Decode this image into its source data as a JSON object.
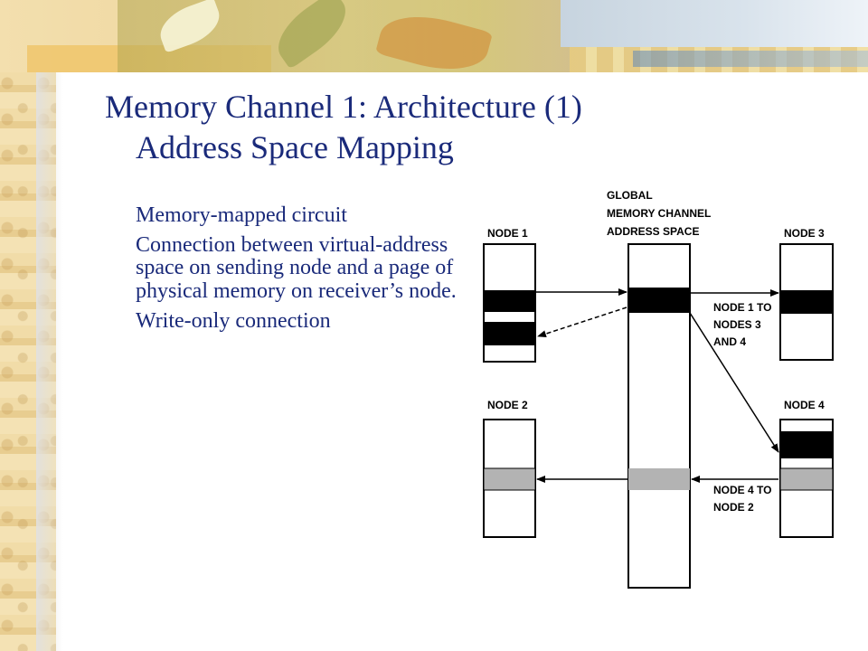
{
  "slide": {
    "title": "Memory Channel 1: Architecture (1)",
    "subtitle": "Address Space Mapping",
    "bullets": [
      "Memory-mapped circuit",
      "Connection between virtual-address space on sending node and a page of physical memory on receiver’s node.",
      "Write-only connection"
    ]
  },
  "diagram": {
    "global_label": [
      "GLOBAL",
      "MEMORY CHANNEL",
      "ADDRESS SPACE"
    ],
    "node1": "NODE 1",
    "node2": "NODE 2",
    "node3": "NODE 3",
    "node4": "NODE 4",
    "annotation_top": [
      "NODE 1 TO",
      "NODES 3",
      "AND 4"
    ],
    "annotation_bottom": [
      "NODE 4 TO",
      "NODE 2"
    ],
    "colors": {
      "filled_page": "#000000",
      "shaded_page": "#b3b3b3",
      "text": "#1a2a7a"
    }
  }
}
